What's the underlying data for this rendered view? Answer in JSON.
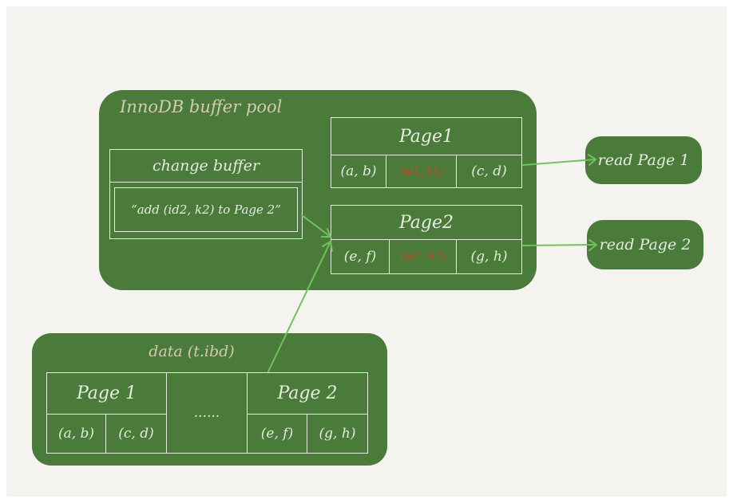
{
  "buffer_pool": {
    "title": "InnoDB buffer pool",
    "change_buffer": {
      "title": "change buffer",
      "entry": "“add (id2, k2) to Page 2”"
    },
    "page1": {
      "title": "Page1",
      "cells": [
        "(a, b)",
        "(id1, k1)",
        "(c, d)"
      ]
    },
    "page2": {
      "title": "Page2",
      "cells": [
        "(e, f)",
        "(id2, k2)",
        "(g, h)"
      ]
    }
  },
  "reads": {
    "read1": "read Page 1",
    "read2": "read Page 2"
  },
  "data_file": {
    "title": "data (t.ibd)",
    "page1_title": "Page 1",
    "page1_cells": [
      "(a, b)",
      "(c, d)"
    ],
    "ellipsis": "......",
    "page2_title": "Page 2",
    "page2_cells": [
      "(e, f)",
      "(g, h)"
    ]
  },
  "colors": {
    "box_green": "#4a7b3a",
    "line": "#e6ece0",
    "arrow": "#6fc35c",
    "highlight": "#d0461d",
    "title_tan": "#d8c7b6"
  }
}
